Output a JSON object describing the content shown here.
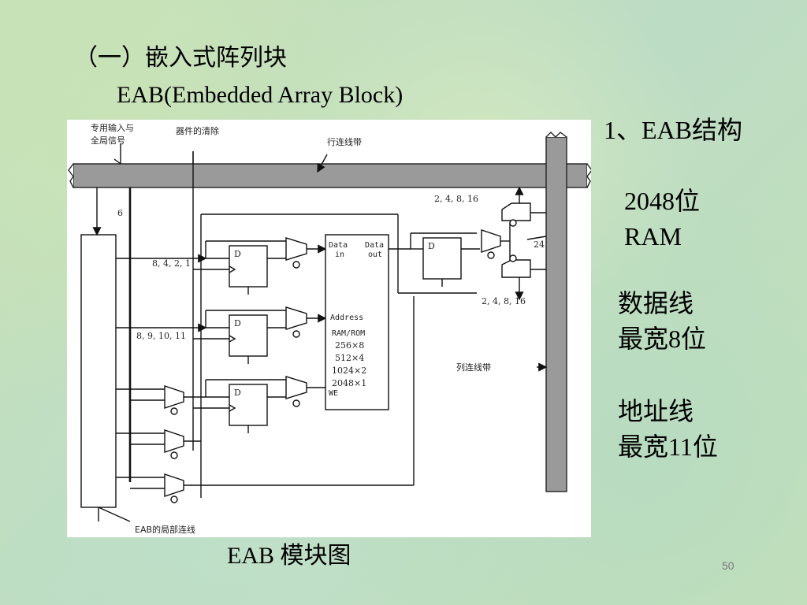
{
  "slide": {
    "heading": "（一）嵌入式阵列块",
    "subtitle": "EAB(Embedded Array Block)",
    "section_title": "1、EAB结构",
    "notes": [
      {
        "line1": "2048位",
        "line2": "RAM"
      },
      {
        "line1": "数据线",
        "line2": "最宽8位"
      },
      {
        "line1": "地址线",
        "line2": "最宽11位"
      }
    ],
    "caption": "EAB 模块图",
    "page_number": "50"
  },
  "diagram": {
    "label_dedicated_line1": "专用输入与",
    "label_dedicated_line2": "全局信号",
    "label_clear": "器件的清除",
    "label_row_interconnect": "行连线带",
    "label_column_interconnect": "列连线带",
    "label_local_interconnect": "EAB的局部连线",
    "bus_width_6": "6",
    "bus_width_24": "24",
    "data_width_options": "8, 4, 2, 1",
    "address_width_options": "8, 9, 10, 11",
    "output_width_top": "2, 4, 8, 16",
    "output_width_bottom": "2, 4, 8, 16",
    "ff_label": "D",
    "ram_data_in_1": "Data",
    "ram_data_in_2": "in",
    "ram_data_out_1": "Data",
    "ram_data_out_2": "out",
    "ram_address": "Address",
    "ram_title": "RAM/ROM",
    "ram_configs": [
      "256×8",
      "512×4",
      "1024×2",
      "2048×1"
    ],
    "ram_we": "WE"
  }
}
